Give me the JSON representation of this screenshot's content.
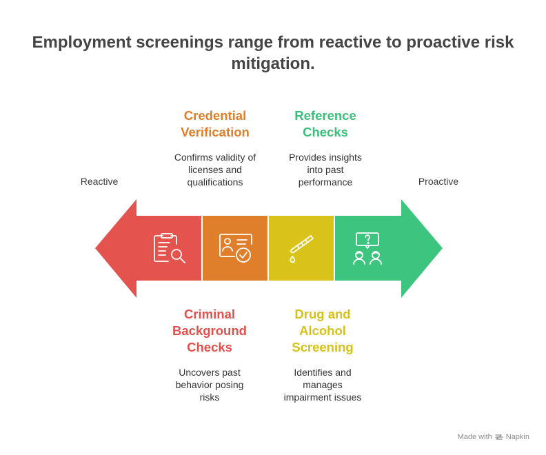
{
  "title": "Employment screenings range from reactive to proactive risk mitigation.",
  "scale": {
    "start_label": "Reactive",
    "end_label": "Proactive"
  },
  "colors": {
    "red": "#E5534F",
    "orange": "#E07F2B",
    "yellow": "#D9C31A",
    "green": "#3DC47E",
    "heading_red": "#E2504C",
    "heading_orange": "#DE7E28",
    "heading_yellow": "#D6C118",
    "heading_green": "#3BBE7A"
  },
  "stages": [
    {
      "heading": "Criminal\nBackground\nChecks",
      "description": "Uncovers past\nbehavior posing\nrisks",
      "icon": "clipboard-search-icon",
      "position": "below"
    },
    {
      "heading": "Credential\nVerification",
      "description": "Confirms validity of\nlicenses and\nqualifications",
      "icon": "id-card-check-icon",
      "position": "above"
    },
    {
      "heading": "Drug and\nAlcohol\nScreening",
      "description": "Identifies and\nmanages\nimpairment issues",
      "icon": "test-tube-drop-icon",
      "position": "below"
    },
    {
      "heading": "Reference\nChecks",
      "description": "Provides insights\ninto past\nperformance",
      "icon": "people-question-icon",
      "position": "above"
    }
  ],
  "footer": {
    "made_with": "Made with",
    "brand": "Napkin",
    "brand_icon": "napkin-logo-icon"
  }
}
